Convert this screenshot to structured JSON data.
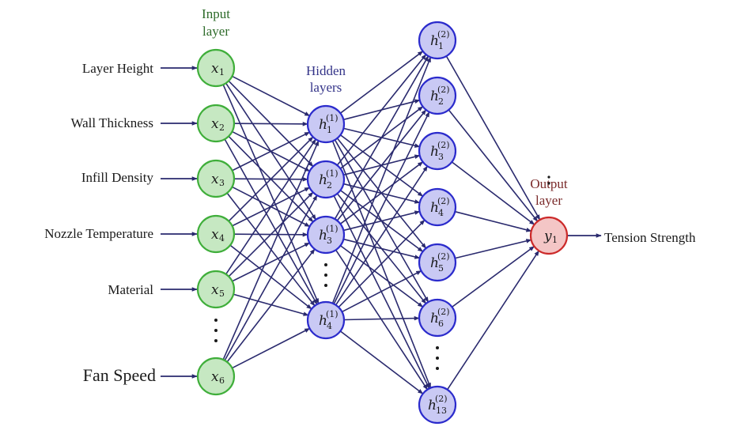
{
  "headers": {
    "input": [
      "Input",
      "layer"
    ],
    "hidden": [
      "Hidden",
      "layers"
    ],
    "output": [
      "Output",
      "layer"
    ]
  },
  "input_labels": [
    "Layer Height",
    "Wall Thickness",
    "Infill Density",
    "Nozzle Temperature",
    "Material",
    "Fan Speed"
  ],
  "output_label": "Tension Strength",
  "nodes": {
    "input": [
      {
        "base": "x",
        "sub": "1"
      },
      {
        "base": "x",
        "sub": "2"
      },
      {
        "base": "x",
        "sub": "3"
      },
      {
        "base": "x",
        "sub": "4"
      },
      {
        "base": "x",
        "sub": "5"
      },
      {
        "base": "x",
        "sub": "6"
      }
    ],
    "hidden1": [
      {
        "base": "h",
        "sub": "1",
        "sup": "(1)"
      },
      {
        "base": "h",
        "sub": "2",
        "sup": "(1)"
      },
      {
        "base": "h",
        "sub": "3",
        "sup": "(1)"
      },
      {
        "base": "h",
        "sub": "4",
        "sup": "(1)"
      }
    ],
    "hidden2": [
      {
        "base": "h",
        "sub": "1",
        "sup": "(2)"
      },
      {
        "base": "h",
        "sub": "2",
        "sup": "(2)"
      },
      {
        "base": "h",
        "sub": "3",
        "sup": "(2)"
      },
      {
        "base": "h",
        "sub": "4",
        "sup": "(2)"
      },
      {
        "base": "h",
        "sub": "5",
        "sup": "(2)"
      },
      {
        "base": "h",
        "sub": "6",
        "sup": "(2)"
      },
      {
        "base": "h",
        "sub": "13",
        "sup": "(2)"
      }
    ],
    "output": [
      {
        "base": "y",
        "sub": "1"
      }
    ]
  },
  "colors": {
    "input_fill": "#c6e8c2",
    "input_stroke": "#3fae3a",
    "hidden_fill": "#c9c9f4",
    "hidden_stroke": "#2b2bcc",
    "output_fill": "#f4c6c6",
    "output_stroke": "#cc2a2a",
    "edge": "#2a2a6e",
    "input_header": "#2e6b2a",
    "hidden_header": "#333388",
    "output_header": "#7a2a2a"
  }
}
